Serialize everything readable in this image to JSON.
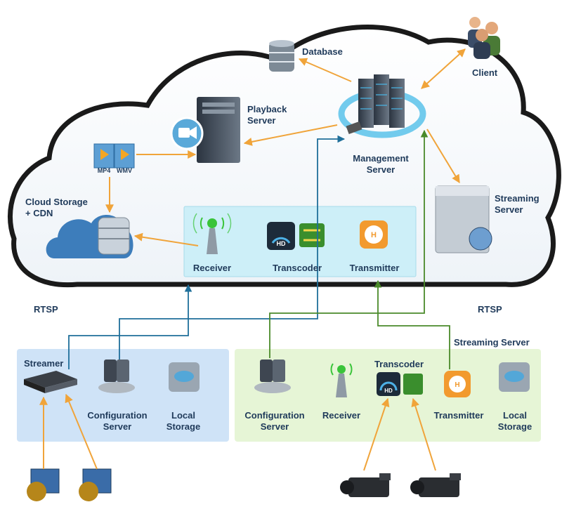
{
  "nodes": {
    "database": "Database",
    "client": "Client",
    "playback_server_line1": "Playback",
    "playback_server_line2": "Server",
    "management_server_line1": "Management",
    "management_server_line2": "Server",
    "cloud_storage_line1": "Cloud Storage",
    "cloud_storage_line2": "+ CDN",
    "streaming_server_cloud_line1": "Streaming",
    "streaming_server_cloud_line2": "Server",
    "receiver": "Receiver",
    "transcoder": "Transcoder",
    "transmitter": "Transmitter",
    "mp4": "MP4",
    "wmv": "WMV",
    "hd": "HD"
  },
  "protocol_left": "RTSP",
  "protocol_right": "RTSP",
  "left_panel": {
    "streamer": "Streamer",
    "config_line1": "Configuration",
    "config_line2": "Server",
    "storage_line1": "Local",
    "storage_line2": "Storage"
  },
  "right_panel": {
    "title": "Streaming Server",
    "config_line1": "Configuration",
    "config_line2": "Server",
    "receiver": "Receiver",
    "transcoder": "Transcoder",
    "transmitter": "Transmitter",
    "storage_line1": "Local",
    "storage_line2": "Storage",
    "hd": "HD"
  },
  "colors": {
    "arrow_orange": "#f0a43a",
    "line_blue": "#1f6f9a",
    "line_green": "#4a8a2a",
    "panel_blue": "#cfe3f7",
    "panel_green": "#e6f5d6",
    "panel_cyan": "#cdeff8"
  }
}
